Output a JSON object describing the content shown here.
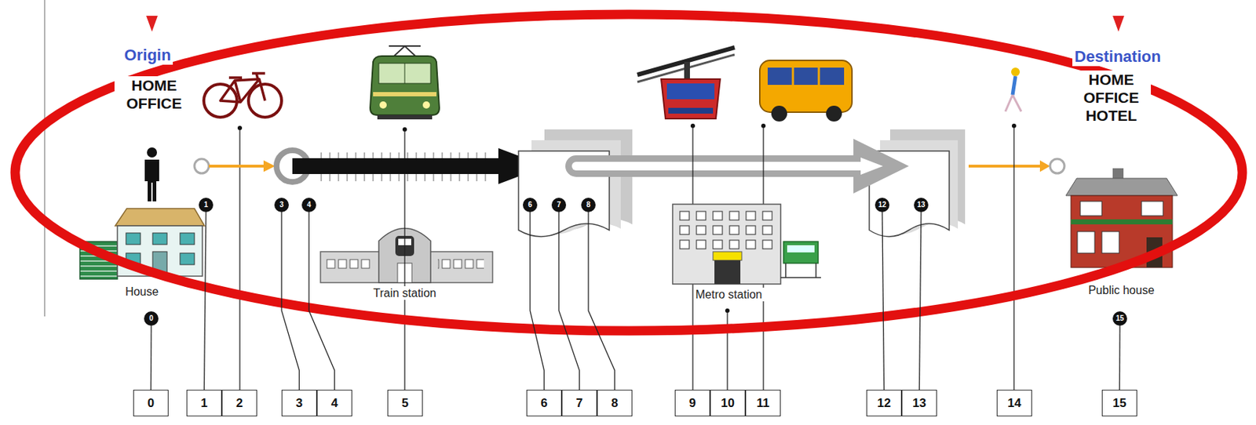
{
  "diagram": {
    "nodes": [
      {
        "text": [
          "1"
        ]
      },
      {
        "text": [
          "3"
        ]
      },
      {
        "text": [
          "4"
        ]
      },
      {
        "text": [
          "6"
        ]
      },
      {
        "text": [
          "7"
        ]
      },
      {
        "text": [
          "8"
        ]
      },
      {
        "text": [
          "12"
        ]
      },
      {
        "text": [
          "13"
        ]
      },
      {
        "text": [
          "0"
        ]
      },
      {
        "text": [
          "15"
        ]
      },
      {
        "text": [
          "0"
        ]
      },
      {
        "text": [
          "1"
        ]
      },
      {
        "text": [
          "2"
        ]
      },
      {
        "text": [
          "3"
        ]
      },
      {
        "text": [
          "4"
        ]
      },
      {
        "text": [
          "5"
        ]
      },
      {
        "text": [
          "6"
        ]
      },
      {
        "text": [
          "7"
        ]
      },
      {
        "text": [
          "8"
        ]
      },
      {
        "text": [
          "9"
        ]
      },
      {
        "text": [
          "10"
        ]
      },
      {
        "text": [
          "11"
        ]
      },
      {
        "text": [
          "12"
        ]
      },
      {
        "text": [
          "13"
        ]
      },
      {
        "text": [
          "14"
        ]
      },
      {
        "text": [
          "15"
        ]
      }
    ],
    "edges": [
      {
        "from": 0,
        "to": 11,
        "arrow": "none"
      },
      {
        "from": 1,
        "to": 13,
        "arrow": "none"
      },
      {
        "from": 2,
        "to": 14,
        "arrow": "none"
      },
      {
        "from": 3,
        "to": 16,
        "arrow": "none"
      },
      {
        "from": 4,
        "to": 17,
        "arrow": "none"
      },
      {
        "from": 5,
        "to": 18,
        "arrow": "none"
      },
      {
        "from": 6,
        "to": 22,
        "arrow": "none"
      },
      {
        "from": 7,
        "to": 23,
        "arrow": "none"
      },
      {
        "from": 8,
        "to": 10,
        "arrow": "none"
      },
      {
        "from": 9,
        "to": 25,
        "arrow": "none"
      }
    ],
    "labels": [
      "Origin",
      "HOME OFFICE",
      "House",
      "Train station",
      "Metro station",
      "Destination",
      "HOME OFFICE HOTEL",
      "Public house"
    ]
  }
}
